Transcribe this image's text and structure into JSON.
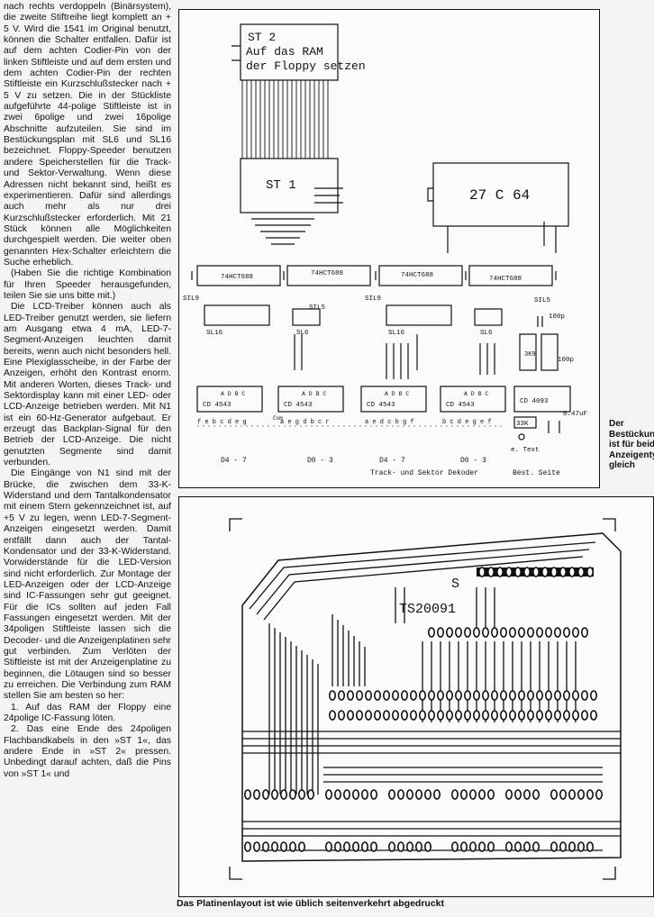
{
  "article": {
    "paragraphs": [
      "nach rechts verdoppeln (Binärsystem), die zweite Stiftreihe liegt komplett an + 5 V. Wird die 1541 im Original benutzt, können die Schalter entfallen. Dafür ist auf dem achten Codier-Pin von der linken Stiftleiste und auf dem ersten und dem achten Codier-Pin der rechten Stiftleiste ein Kurzschlußstecker nach + 5 V zu setzen. Die in der Stückliste aufgeführte 44-polige Stiftleiste ist in zwei 6polige und zwei 16polige Abschnitte aufzuteilen. Sie sind im Bestückungsplan mit SL6 und SL16 bezeichnet. Floppy-Speeder benutzen andere Speicherstellen für die Track- und Sektor-Verwaltung. Wenn diese Adressen nicht bekannt sind, heißt es experimentieren. Dafür sind allerdings auch mehr als nur drei Kurzschlußstecker erforderlich. Mit 21 Stück können alle Möglichkeiten durchgespielt werden. Die weiter oben genannten Hex-Schalter erleichtern die Suche erheblich.",
      "(Haben Sie die richtige Kombination für Ihren Speeder herausgefunden, teilen Sie sie uns bitte mit.)",
      "Die LCD-Treiber können auch als LED-Treiber genutzt werden, sie liefern am Ausgang etwa 4 mA, LED-7-Segment-Anzeigen leuchten damit bereits, wenn auch nicht besonders hell. Eine Plexiglasscheibe, in der Farbe der Anzeigen, erhöht den Kontrast enorm. Mit anderen Worten, dieses Track- und Sektordisplay kann mit einer LED- oder LCD-Anzeige betrieben werden. Mit N1 ist ein 60-Hz-Generator aufgebaut. Er erzeugt das Backplan-Signal für den Betrieb der LCD-Anzeige. Die nicht genutzten Segmente sind damit verbunden.",
      "Die Eingänge von N1 sind mit der Brücke, die zwischen dem 33-K-Widerstand und dem Tantalkondensator mit einem Stern gekennzeichnet ist, auf +5 V zu legen, wenn LED-7-Segment-Anzeigen eingesetzt werden. Damit entfällt dann auch der Tantal-Kondensator und der 33-K-Widerstand. Vorwiderstände für die LED-Version sind nicht erforderlich. Zur Montage der LED-Anzeigen oder der LCD-Anzeige sind IC-Fassungen sehr gut geeignet. Für die ICs sollten auf jeden Fall Fassungen eingesetzt werden. Mit der 34poligen Stiftleiste lassen sich die Decoder- und die Anzeigenplatinen sehr gut verbinden. Zum Verlöten der Stiftleiste ist mit der Anzeigenplatine zu beginnen, die Lötaugen sind so besser zu erreichen. Die Verbindung zum RAM stellen Sie am besten so her:",
      "1. Auf das RAM der Floppy eine 24polige IC-Fassung löten.",
      "2. Das eine Ende des 24poligen Flachbandkabels in den »ST 1«, das andere Ende in »ST 2« pressen. Unbedingt darauf achten, daß die Pins von »ST 1« und"
    ]
  },
  "figure_top": {
    "st2_lines": [
      "ST 2",
      "Auf das RAM",
      "der Floppy setzen"
    ],
    "st1_label": "ST 1",
    "eprom_label": "27 C 64",
    "ic_labels": [
      "74HCT688",
      "74HCT688",
      "74HCT688",
      "74HCT688"
    ],
    "sil_labels": [
      "SIL9",
      "SIL5",
      "SIL9",
      "SIL5"
    ],
    "sl_labels": [
      "SL16",
      "SL6",
      "SL16",
      "SL6"
    ],
    "cap_label": "100p",
    "cap2_label": "100p",
    "resistor_label": "3K9",
    "driver_labels": [
      "CD 4543",
      "CD 4543",
      "CD 4543",
      "CD 4543"
    ],
    "driver_pins": "A D B C",
    "cd4093_label": "CD 4093",
    "r33k_label": "33K",
    "tantal_label": "0.47uF",
    "etext_label": "e. Text",
    "com_label": "Com",
    "segment_rows": [
      "f e b c d e g",
      "a e g d b c r",
      "a e d c b g f",
      "b c d e g e f"
    ],
    "bottom_labels": [
      "D4 - 7",
      "D0 - 3",
      "D4 - 7",
      "D0 - 3"
    ],
    "track_label": "Track- und Sektor Dekoder",
    "best_label": "Best. Seite"
  },
  "figure_bottom": {
    "pcb_text": "TS20091",
    "pcb_s": "S"
  },
  "captions": {
    "side": "Der Bestückungsplan ist für beide Anzeigentypen gleich",
    "bottom": "Das Platinenlayout ist wie üblich seitenverkehrt abgedruckt"
  }
}
